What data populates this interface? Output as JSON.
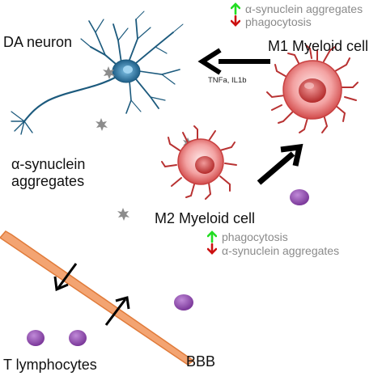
{
  "labels": {
    "da_neuron": "DA neuron",
    "m1_cell": "M1 Myeloid cell",
    "m2_cell": "M2 Myeloid cell",
    "cytokines": "TNFa, IL1b",
    "asyn_line1": "α-synuclein",
    "asyn_line2": "aggregates",
    "t_lymphocytes": "T lymphocytes",
    "bbb": "BBB"
  },
  "m1_effects": {
    "up": "α-synuclein aggregates",
    "down": "phagocytosis"
  },
  "m2_effects": {
    "up": "phagocytosis",
    "down": "α-synuclein aggregates"
  },
  "colors": {
    "up_arrow": "#22dd22",
    "down_arrow": "#cc1111",
    "neuron": "#1c5a7d",
    "neuron_body": "#3b86b5",
    "myeloid": "#f08a8a",
    "myeloid_nucleus": "#c23535",
    "bbb": "#f3a472",
    "lymphocyte": "#8f4bb0",
    "aggregate": "#8c8c8c",
    "effect_text": "#8a8a8a"
  }
}
